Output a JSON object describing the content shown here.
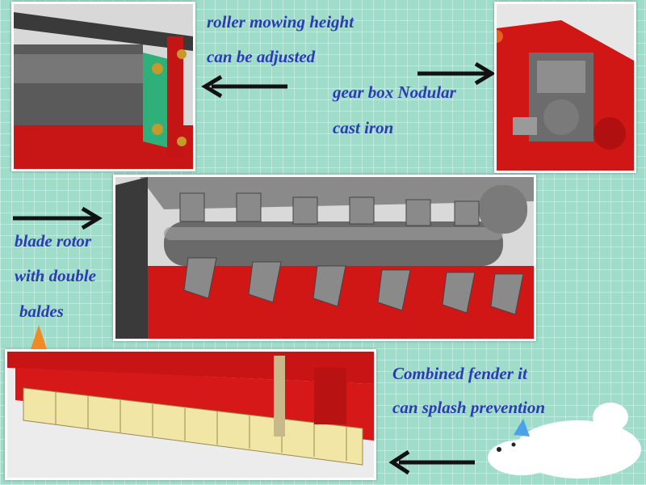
{
  "captions": {
    "roller_line1": "roller  mowing height",
    "roller_line2": "can be adjusted",
    "gearbox_line1": "gear box Nodular",
    "gearbox_line2": "cast iron",
    "rotor_line1": "blade rotor",
    "rotor_line2": "with double",
    "rotor_line3": "baldes",
    "fender_line1": "Combined fender it",
    "fender_line2": "can splash prevention"
  },
  "colors": {
    "caption_text": "#2b3ab6",
    "background": "#9fdcc9",
    "machine_red": "#d21818",
    "arrow": "#111111"
  },
  "icons": {
    "arrow_left": "arrow-left-icon",
    "arrow_right": "arrow-right-icon",
    "mascot": "polar-bear-icon"
  }
}
